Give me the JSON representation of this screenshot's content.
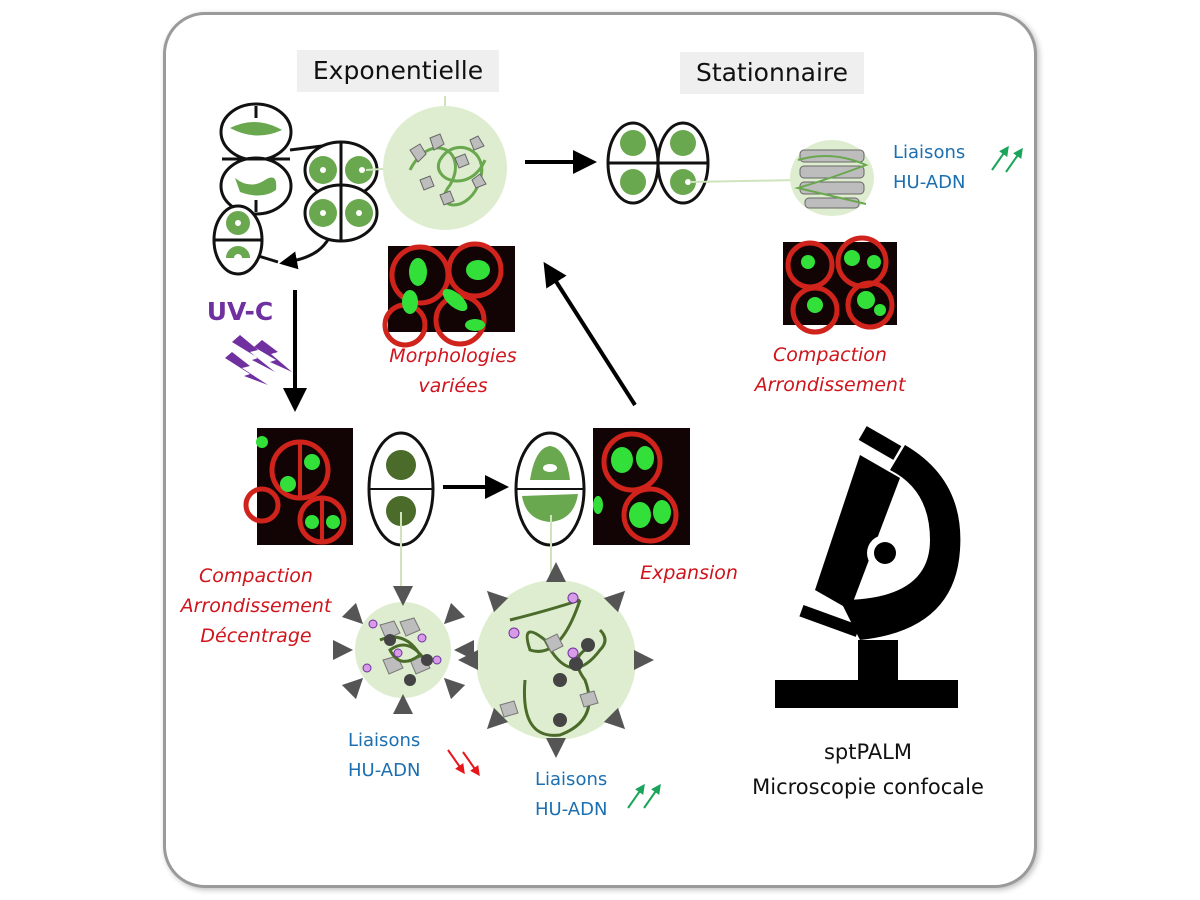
{
  "phases": {
    "exponential": "Exponentielle",
    "stationary": "Stationnaire"
  },
  "treatment": "UV-C",
  "labels": {
    "morphologies": [
      "Morphologies",
      "variées"
    ],
    "stationary_effect": [
      "Compaction",
      "Arrondissement"
    ],
    "uv_effect": [
      "Compaction",
      "Arrondissement",
      "Décentrage"
    ],
    "expansion": "Expansion"
  },
  "bindings": {
    "stationary": {
      "line1": "Liaisons",
      "line2": "HU-ADN",
      "trend": "up"
    },
    "uv": {
      "line1": "Liaisons",
      "line2": "HU-ADN",
      "trend": "down"
    },
    "recovery": {
      "line1": "Liaisons",
      "line2": "HU-ADN",
      "trend": "up"
    }
  },
  "methods": [
    "sptPALM",
    "Microscopie confocale"
  ],
  "colors": {
    "green": "#6aa84f",
    "dark_green": "#4a6b2a",
    "light_green": "#deedcf",
    "red_text": "#d0141c",
    "blue_text": "#1c6fb0",
    "purple": "#7030a0",
    "up_arrow": "#1aa55a",
    "down_arrow": "#e8151b"
  }
}
